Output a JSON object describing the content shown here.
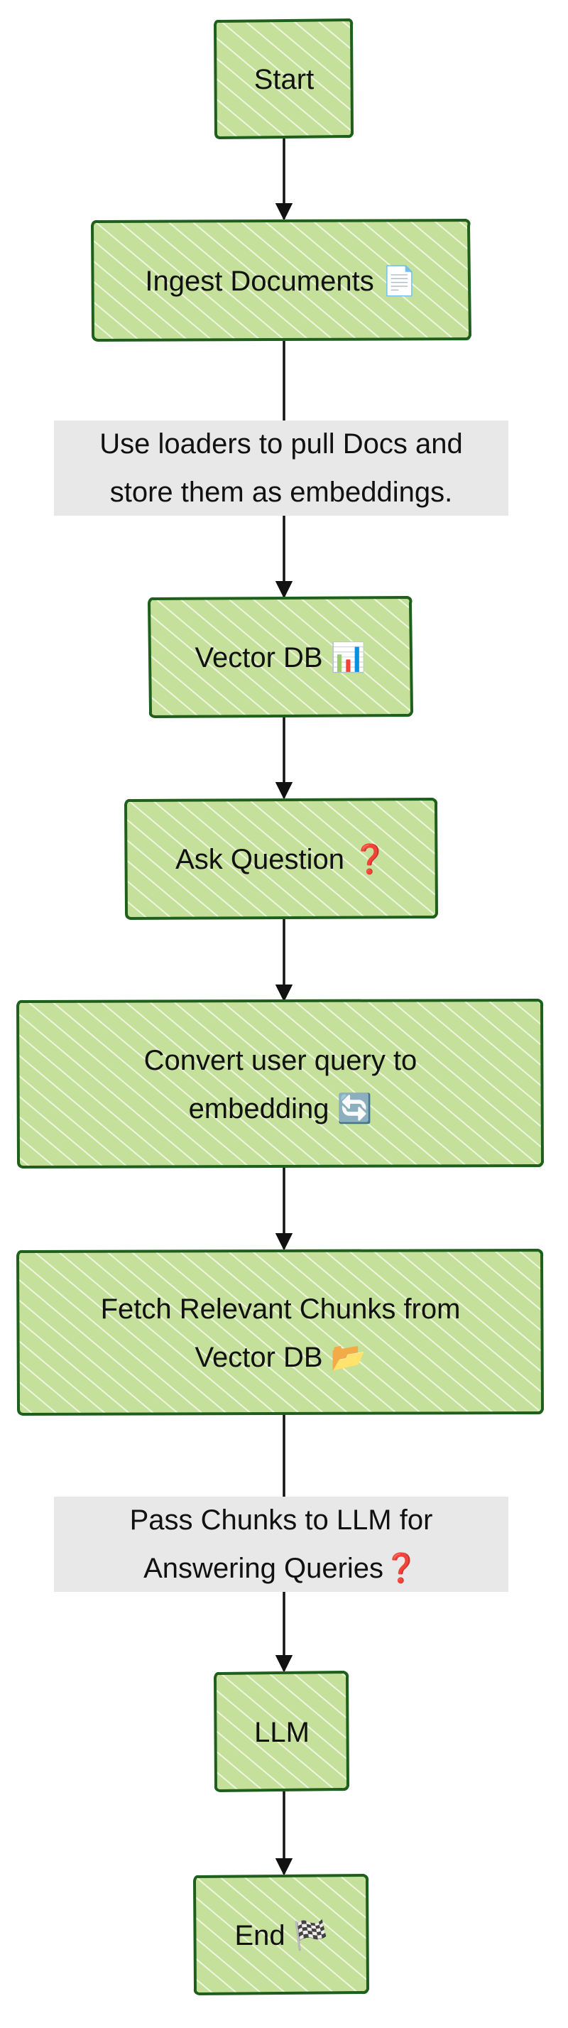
{
  "diagram": {
    "nodes": [
      {
        "id": "start",
        "label": "Start"
      },
      {
        "id": "ingest",
        "label": "Ingest Documents 📄"
      },
      {
        "id": "vectordb",
        "label": "Vector DB 📊"
      },
      {
        "id": "ask",
        "label": "Ask Question ❓"
      },
      {
        "id": "convert",
        "label": "Convert user query to\nembedding 🔄"
      },
      {
        "id": "fetch",
        "label": "Fetch Relevant Chunks from\nVector DB 📂"
      },
      {
        "id": "llm",
        "label": "LLM"
      },
      {
        "id": "end",
        "label": "End 🏁"
      }
    ],
    "edge_labels": [
      {
        "id": "loaders",
        "label": "Use loaders to pull Docs and\nstore them as embeddings."
      },
      {
        "id": "pass",
        "label": "Pass Chunks to LLM for\nAnswering Queries❓"
      }
    ],
    "colors": {
      "node_fill": "#c5e09a",
      "node_stroke": "#1f5f1c",
      "hatch": "#eef6e0",
      "edge": "#111111",
      "label_bg": "#e8e8e8"
    }
  }
}
